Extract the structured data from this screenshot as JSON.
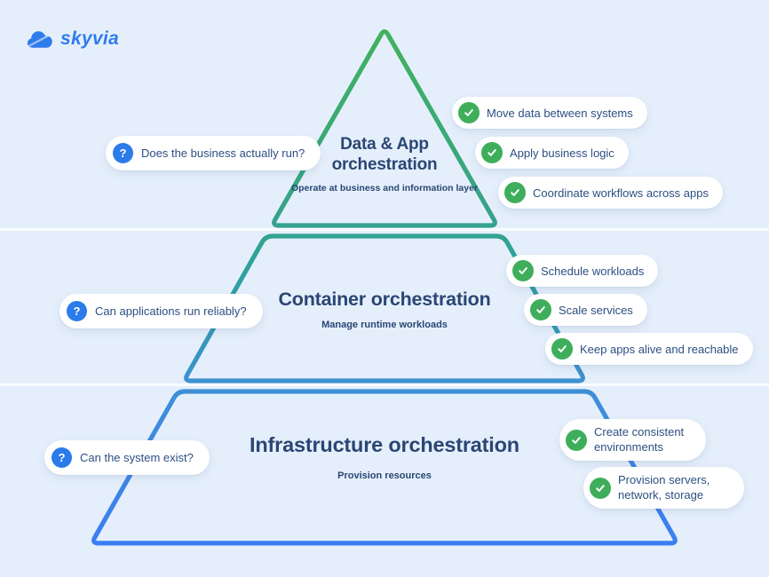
{
  "logo": {
    "name": "skyvia"
  },
  "colors": {
    "background": "#e5effb",
    "title_text": "#2a4674",
    "bubble_text": "#2d4f82",
    "check_green": "#3eae5b",
    "question_blue": "#2b7bea",
    "logo_blue": "#2f7ced",
    "pyramid_top_green": "#42b15d",
    "pyramid_middle_teal": "#2fa0a0",
    "pyramid_bottom_blue": "#3b7ef2"
  },
  "pyramid": {
    "layers": [
      {
        "title": "Data & App orchestration",
        "subtitle": "Operate at business and information layer",
        "question": "Does the business actually run?",
        "checks": [
          "Move data between systems",
          "Apply business logic",
          "Coordinate workflows across apps"
        ]
      },
      {
        "title": "Container orchestration",
        "subtitle": "Manage runtime workloads",
        "question": "Can applications run reliably?",
        "checks": [
          "Schedule workloads",
          "Scale services",
          "Keep apps alive and reachable"
        ]
      },
      {
        "title": "Infrastructure orchestration",
        "subtitle": "Provision resources",
        "question": "Can the system exist?",
        "checks": [
          "Create consistent environments",
          "Provision servers, network, storage"
        ]
      }
    ]
  }
}
